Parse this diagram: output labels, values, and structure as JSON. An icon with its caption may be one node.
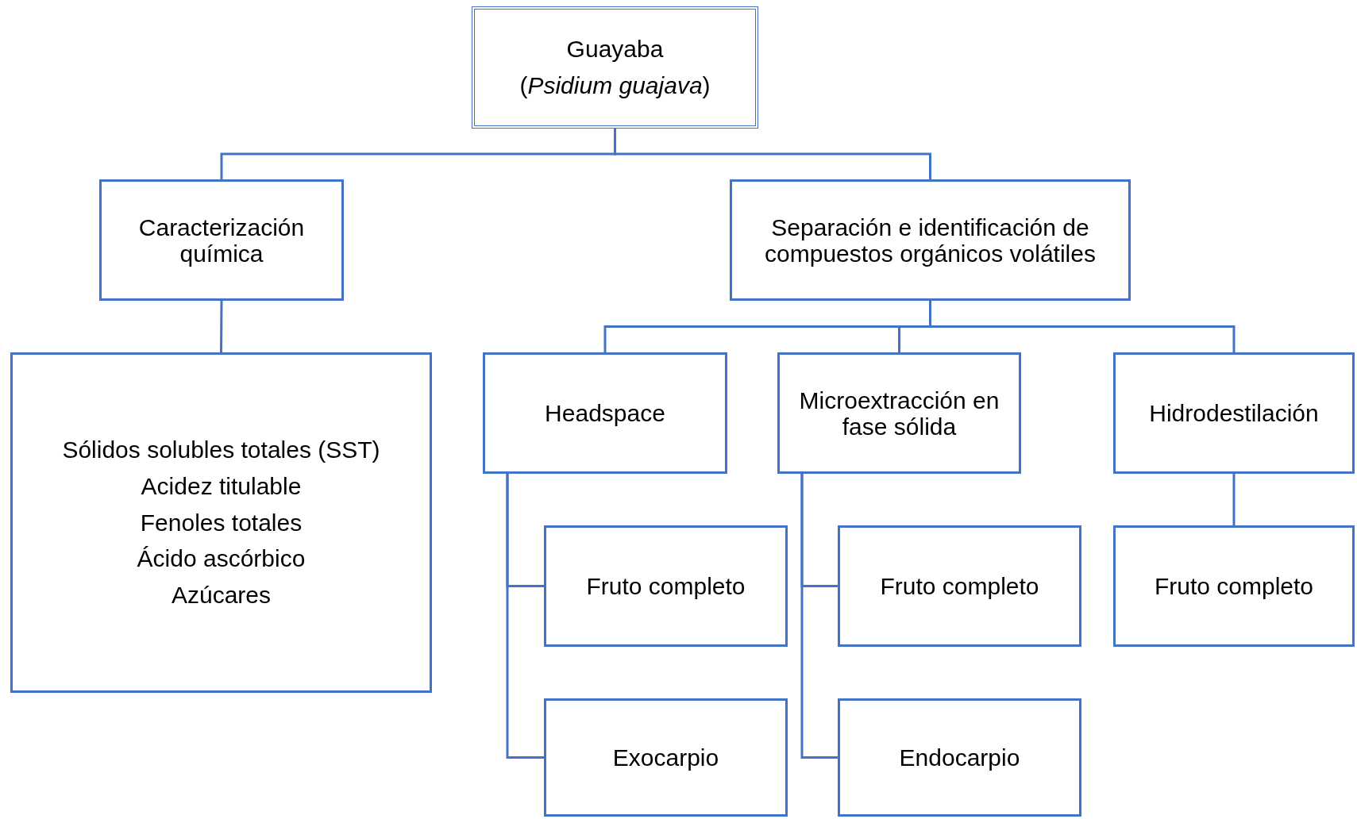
{
  "diagram": {
    "nodes": [
      {
        "text": [
          "Guayaba",
          "(*Psidium guajava*)"
        ]
      },
      {
        "text": [
          "Caracterización química"
        ]
      },
      {
        "text": [
          "Separación e identificación de compuestos orgánicos volátiles"
        ]
      },
      {
        "text": [
          "Sólidos solubles totales (SST)",
          "Acidez titulable",
          "Fenoles totales",
          "Ácido ascórbico",
          "Azúcares"
        ]
      },
      {
        "text": [
          "Headspace"
        ]
      },
      {
        "text": [
          "Microextracción en fase sólida"
        ]
      },
      {
        "text": [
          "Hidrodestilación"
        ]
      },
      {
        "text": [
          "Fruto completo"
        ]
      },
      {
        "text": [
          "Fruto completo"
        ]
      },
      {
        "text": [
          "Fruto completo"
        ]
      },
      {
        "text": [
          "Exocarpio"
        ]
      },
      {
        "text": [
          "Endocarpio"
        ]
      }
    ],
    "edges": [
      {
        "from": 0,
        "to": 1,
        "arrow": "none"
      },
      {
        "from": 0,
        "to": 2,
        "arrow": "none"
      },
      {
        "from": 1,
        "to": 3,
        "arrow": "none"
      },
      {
        "from": 2,
        "to": 4,
        "arrow": "none"
      },
      {
        "from": 2,
        "to": 5,
        "arrow": "none"
      },
      {
        "from": 2,
        "to": 6,
        "arrow": "none"
      },
      {
        "from": 4,
        "to": 7,
        "arrow": "none"
      },
      {
        "from": 4,
        "to": 10,
        "arrow": "none"
      },
      {
        "from": 5,
        "to": 8,
        "arrow": "none"
      },
      {
        "from": 5,
        "to": 11,
        "arrow": "none"
      },
      {
        "from": 6,
        "to": 9,
        "arrow": "none"
      }
    ]
  }
}
